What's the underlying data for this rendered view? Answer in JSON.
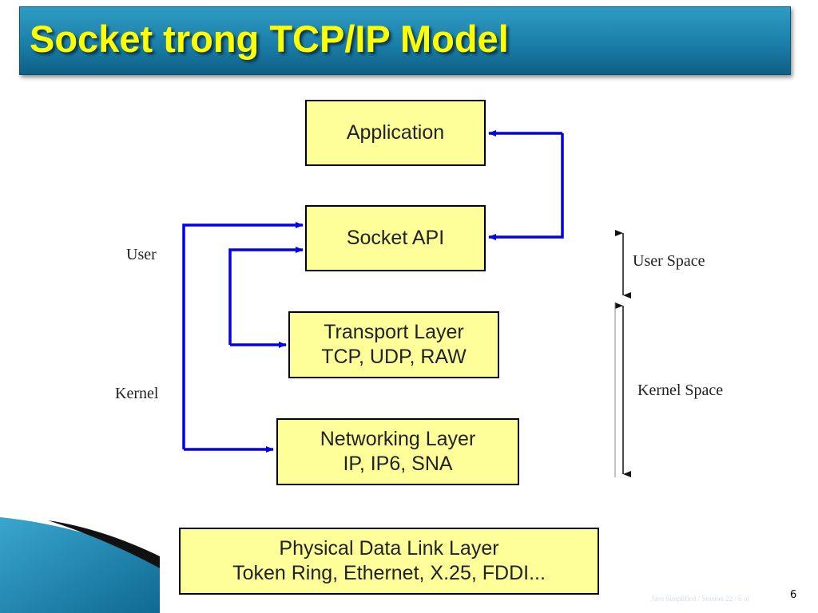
{
  "slide": {
    "title": "Socket trong TCP/IP Model",
    "page_number": "6",
    "footer": "Java Simplified / Session 22 / 6 of"
  },
  "diagram": {
    "boxes": {
      "application": [
        "Application"
      ],
      "socket_api": [
        "Socket API"
      ],
      "transport": [
        "Transport Layer",
        "TCP, UDP, RAW"
      ],
      "networking": [
        "Networking Layer",
        "IP, IP6, SNA"
      ],
      "physical": [
        "Physical Data Link Layer",
        "Token Ring, Ethernet, X.25, FDDI..."
      ]
    },
    "side_labels": {
      "user": "User",
      "kernel": "Kernel",
      "user_space": "User Space",
      "kernel_space": "Kernel Space"
    },
    "colors": {
      "box_fill": "#ffff99",
      "arrow": "#0000ee",
      "title_text": "#ffff00",
      "title_bar": "#1a7fa9"
    }
  }
}
